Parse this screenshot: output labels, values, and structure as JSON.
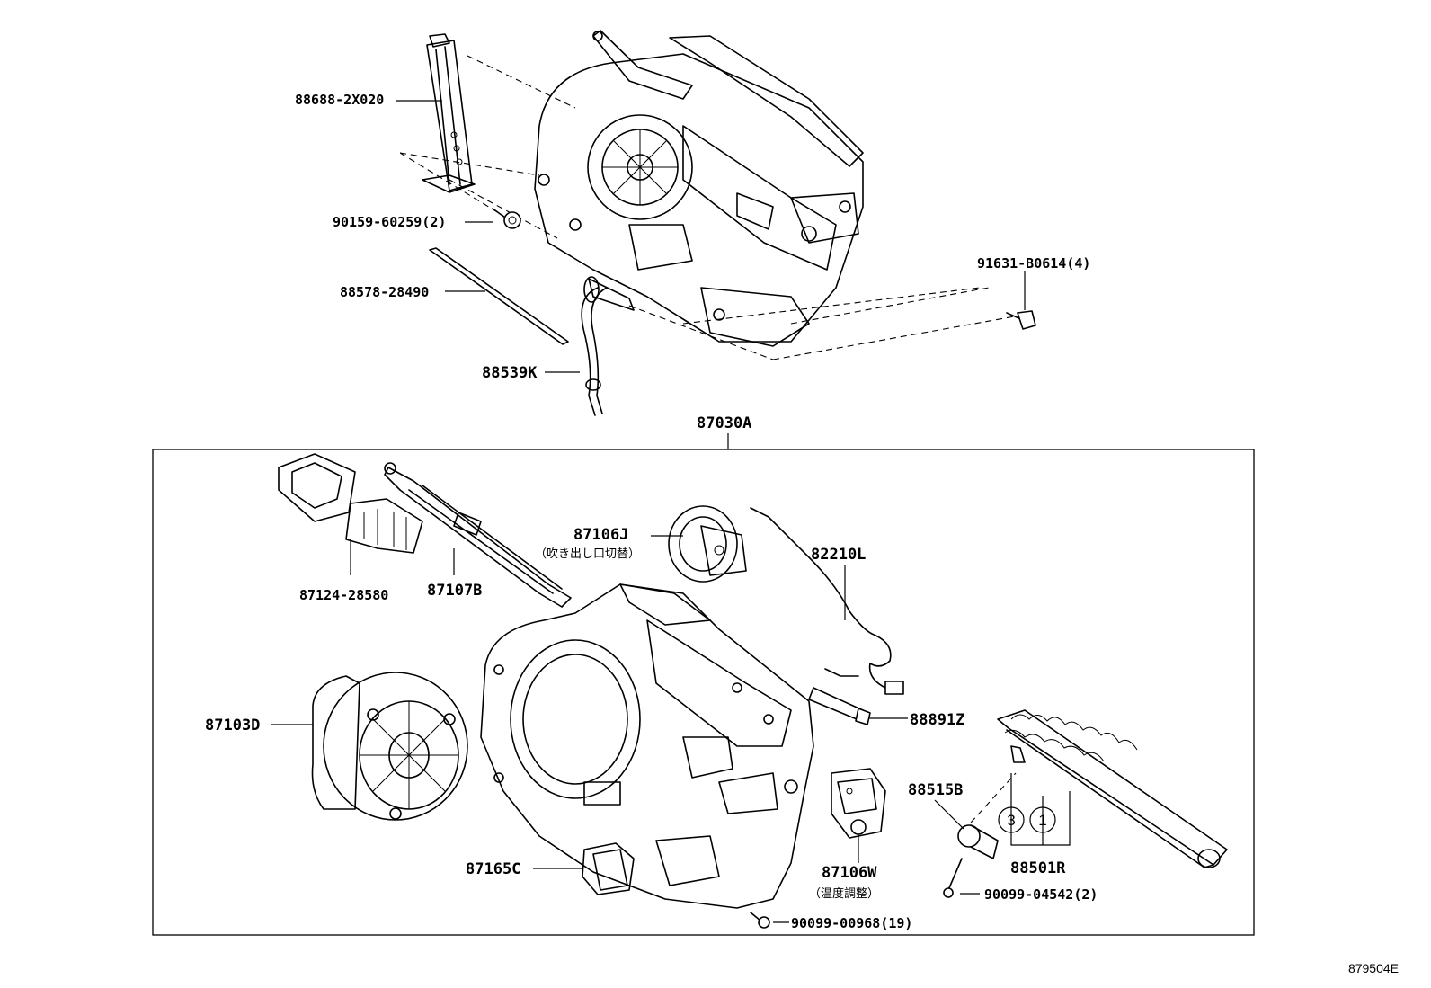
{
  "parts": {
    "p88688": "88688-2X020",
    "p90159": "90159-60259(2)",
    "p88578": "88578-28490",
    "p88539": "88539K",
    "p91631": "91631-B0614(4)",
    "p87030": "87030A",
    "p87124": "87124-28580",
    "p87107": "87107B",
    "p87106j": "87106J",
    "p87106j_note": "（吹き出し口切替）",
    "p82210": "82210L",
    "p87103": "87103D",
    "p88891": "88891Z",
    "p88515": "88515B",
    "p88501": "88501R",
    "p87165": "87165C",
    "p87106w": "87106W",
    "p87106w_note": "（温度調整）",
    "p90099a": "90099-04542(2)",
    "p90099b": "90099-00968(19)"
  },
  "callouts": {
    "c3": "3",
    "c1": "1"
  },
  "figure_ref": "879504E"
}
